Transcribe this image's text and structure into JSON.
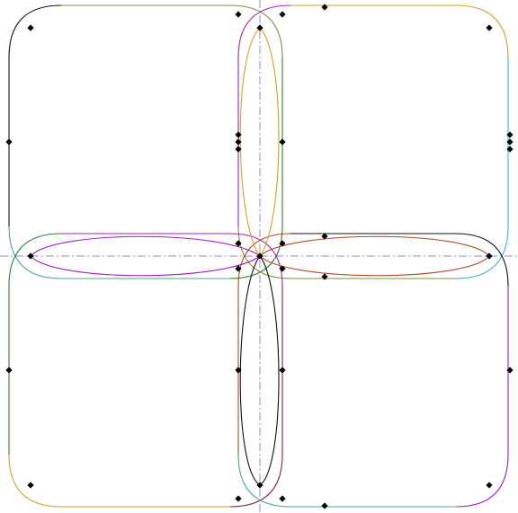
{
  "canvas": {
    "background": "#ffffff"
  },
  "axis_color": "#8a8fd6",
  "node_color": "#000000",
  "palette": {
    "olive": "#8a8a3c",
    "gold": "#d6a020",
    "sky": "#3fb6e0",
    "purple": "#a020c0",
    "teal": "#4aa890",
    "green": "#2e7d32",
    "black": "#111111",
    "brown": "#b04a20",
    "maroon": "#8b1a3a",
    "slate": "#5aa0b8"
  },
  "lobes": [
    {
      "name": "top-left-lobe",
      "colors": [
        "olive",
        "green",
        "teal",
        "black"
      ]
    },
    {
      "name": "top-right-lobe",
      "colors": [
        "gold",
        "sky",
        "olive",
        "purple"
      ]
    },
    {
      "name": "bottom-left-lobe",
      "colors": [
        "purple",
        "maroon",
        "gold",
        "green"
      ]
    },
    {
      "name": "bottom-right-lobe",
      "colors": [
        "black",
        "purple",
        "teal",
        "brown"
      ]
    }
  ]
}
